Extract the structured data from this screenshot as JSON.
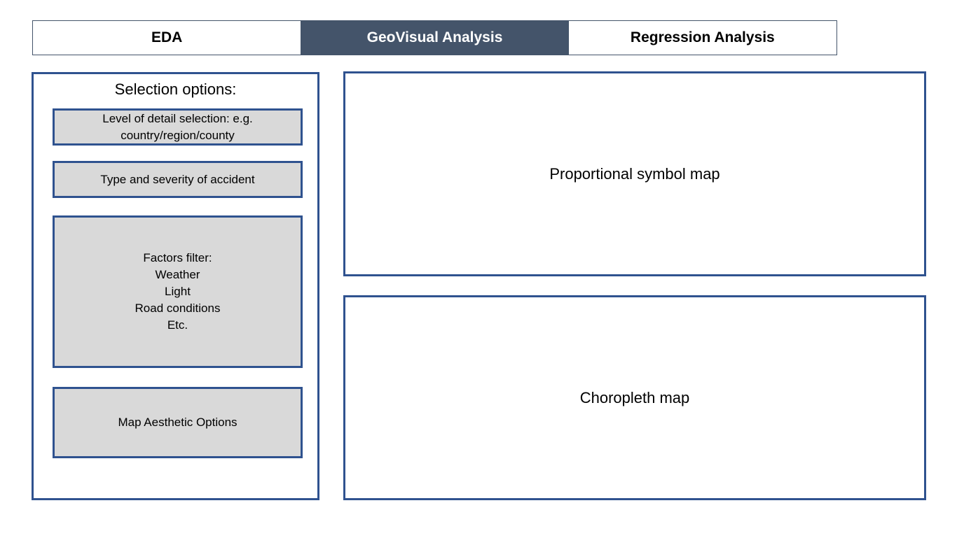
{
  "tabs": [
    {
      "label": "EDA",
      "active": false
    },
    {
      "label": "GeoVisual Analysis",
      "active": true
    },
    {
      "label": "Regression Analysis",
      "active": false
    }
  ],
  "selection_panel": {
    "title": "Selection options:",
    "options": [
      {
        "lines": [
          "Level of detail selection: e.g.",
          "country/region/county"
        ]
      },
      {
        "lines": [
          "Type and severity of accident"
        ]
      },
      {
        "lines": [
          "Factors filter:",
          "Weather",
          "Light",
          "Road conditions",
          "Etc."
        ]
      },
      {
        "lines": [
          "Map Aesthetic Options"
        ]
      }
    ]
  },
  "maps": {
    "top_label": "Proportional symbol map",
    "bottom_label": "Choropleth map"
  },
  "colors": {
    "active_tab": "#44546a",
    "panel_border": "#2f528f",
    "option_fill": "#d9d9d9"
  }
}
